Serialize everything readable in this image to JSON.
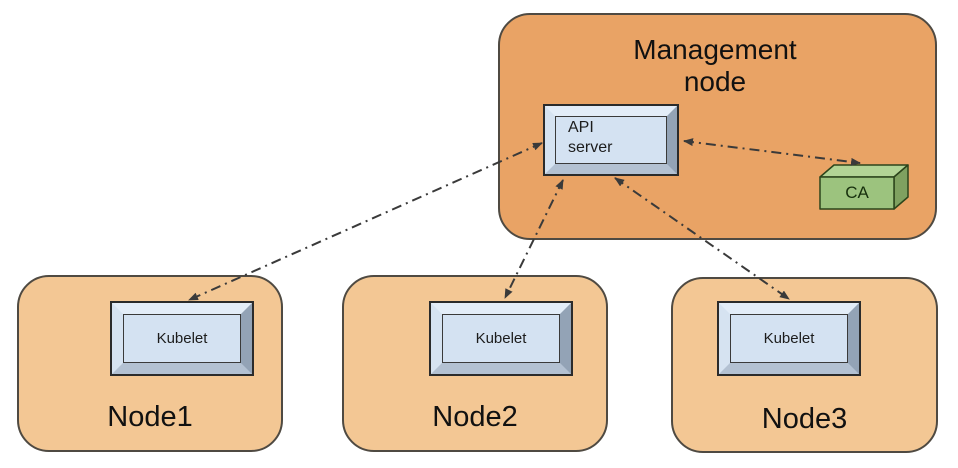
{
  "management_node": {
    "label": "Management node",
    "api_server": {
      "label": "API server"
    },
    "ca": {
      "label": "CA"
    }
  },
  "nodes": [
    {
      "label": "Node1",
      "kubelet_label": "Kubelet"
    },
    {
      "label": "Node2",
      "kubelet_label": "Kubelet"
    },
    {
      "label": "Node3",
      "kubelet_label": "Kubelet"
    }
  ],
  "connections": [
    {
      "from": "API server",
      "to": "Kubelet (Node1)",
      "style": "dash-dot",
      "bidirectional": true
    },
    {
      "from": "API server",
      "to": "Kubelet (Node2)",
      "style": "dash-dot",
      "bidirectional": true
    },
    {
      "from": "API server",
      "to": "Kubelet (Node3)",
      "style": "dash-dot",
      "bidirectional": true
    },
    {
      "from": "API server",
      "to": "CA",
      "style": "dash-dot",
      "bidirectional": true
    }
  ],
  "colors": {
    "background": "#ffffff",
    "management_fill": "#e9a365",
    "node_fill": "#f3c794",
    "group_outline": "#4f4a42",
    "component_face": "#d4e2f2",
    "component_bevel_light": "#e3edf8",
    "component_bevel_dark": "#93a3b6",
    "ca_front": "#9cc37e",
    "ca_top": "#b2d495",
    "ca_side": "#7fa160",
    "ca_outline": "#2c451b",
    "arrow": "#3a3a3a",
    "text": "#111111"
  }
}
